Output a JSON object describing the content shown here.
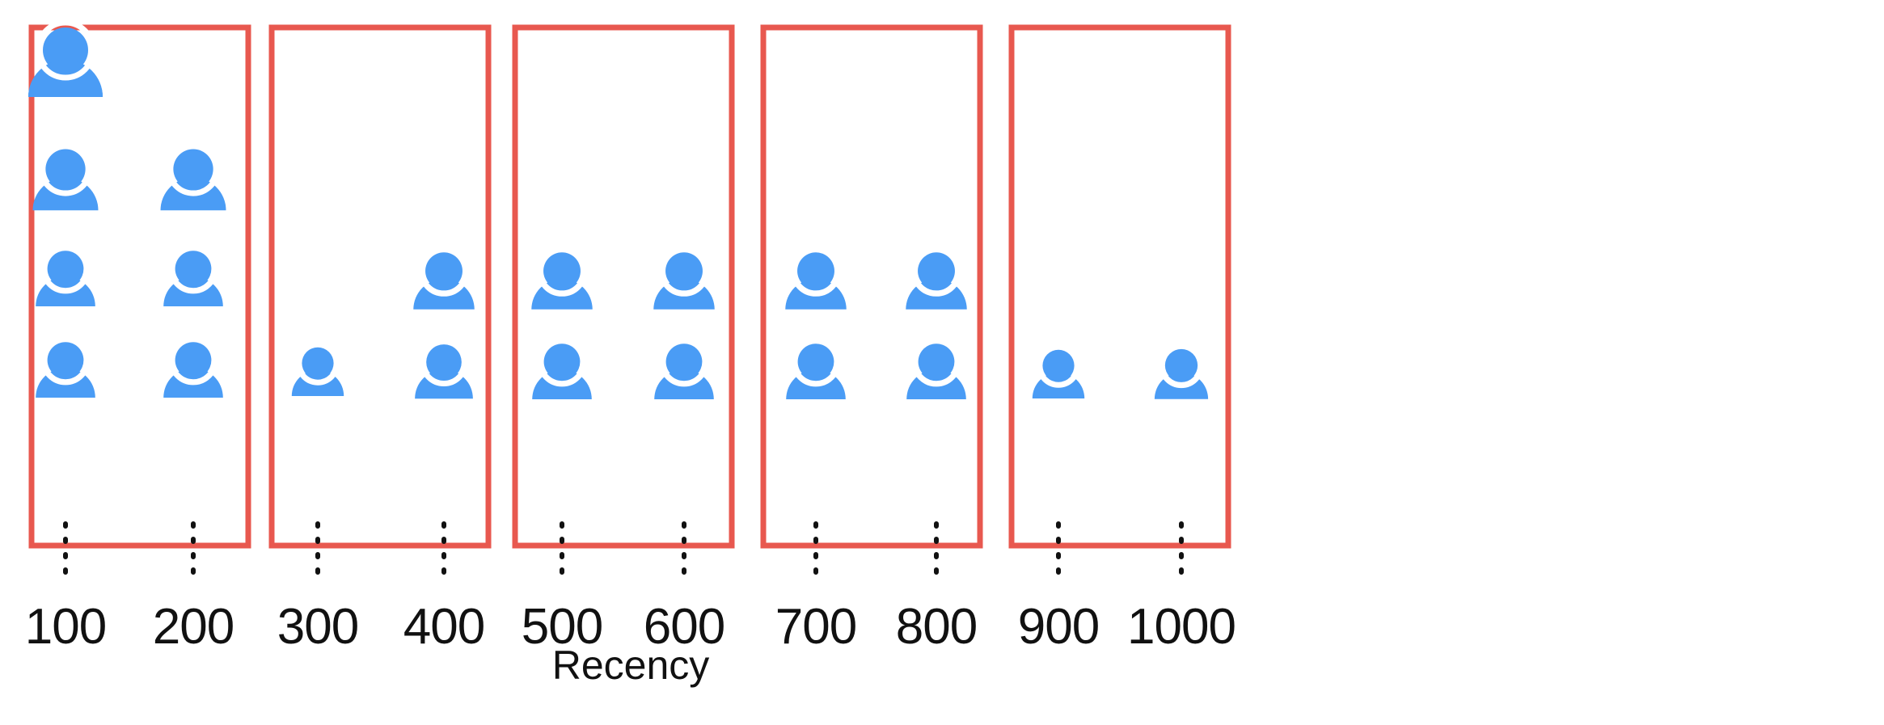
{
  "chart_data": {
    "type": "pictogram",
    "title": "",
    "xlabel": "Recency",
    "ylabel": "",
    "categories": [
      "100",
      "200",
      "300",
      "400",
      "500",
      "600",
      "700",
      "800",
      "900",
      "1000"
    ],
    "values": [
      4,
      3,
      1,
      2,
      2,
      2,
      2,
      2,
      1,
      1
    ],
    "unit_symbol": "person-icon",
    "unit_value": 1,
    "grid": false,
    "legend": null,
    "xlim": [
      50,
      1050
    ],
    "bins": [
      {
        "label": "bin-1",
        "categories": [
          "100",
          "200"
        ],
        "values": [
          4,
          3
        ]
      },
      {
        "label": "bin-2",
        "categories": [
          "300",
          "400"
        ],
        "values": [
          1,
          2
        ]
      },
      {
        "label": "bin-3",
        "categories": [
          "500",
          "600"
        ],
        "values": [
          2,
          2
        ]
      },
      {
        "label": "bin-4",
        "categories": [
          "700",
          "800"
        ],
        "values": [
          2,
          2
        ]
      },
      {
        "label": "bin-5",
        "categories": [
          "900",
          "1000"
        ],
        "values": [
          1,
          1
        ]
      }
    ]
  },
  "axis": {
    "title": "Recency",
    "tick_labels": [
      "100",
      "200",
      "300",
      "400",
      "500",
      "600",
      "700",
      "800",
      "900",
      "1000"
    ]
  },
  "colors": {
    "box_stroke": "#E8584F",
    "icon_fill": "#4A9CF5",
    "tick_mark": "#111111",
    "text": "#111111",
    "background": "#FFFFFF"
  },
  "boxes": [
    {
      "name": "bin-box-1"
    },
    {
      "name": "bin-box-2"
    },
    {
      "name": "bin-box-3"
    },
    {
      "name": "bin-box-4"
    },
    {
      "name": "bin-box-5"
    }
  ]
}
